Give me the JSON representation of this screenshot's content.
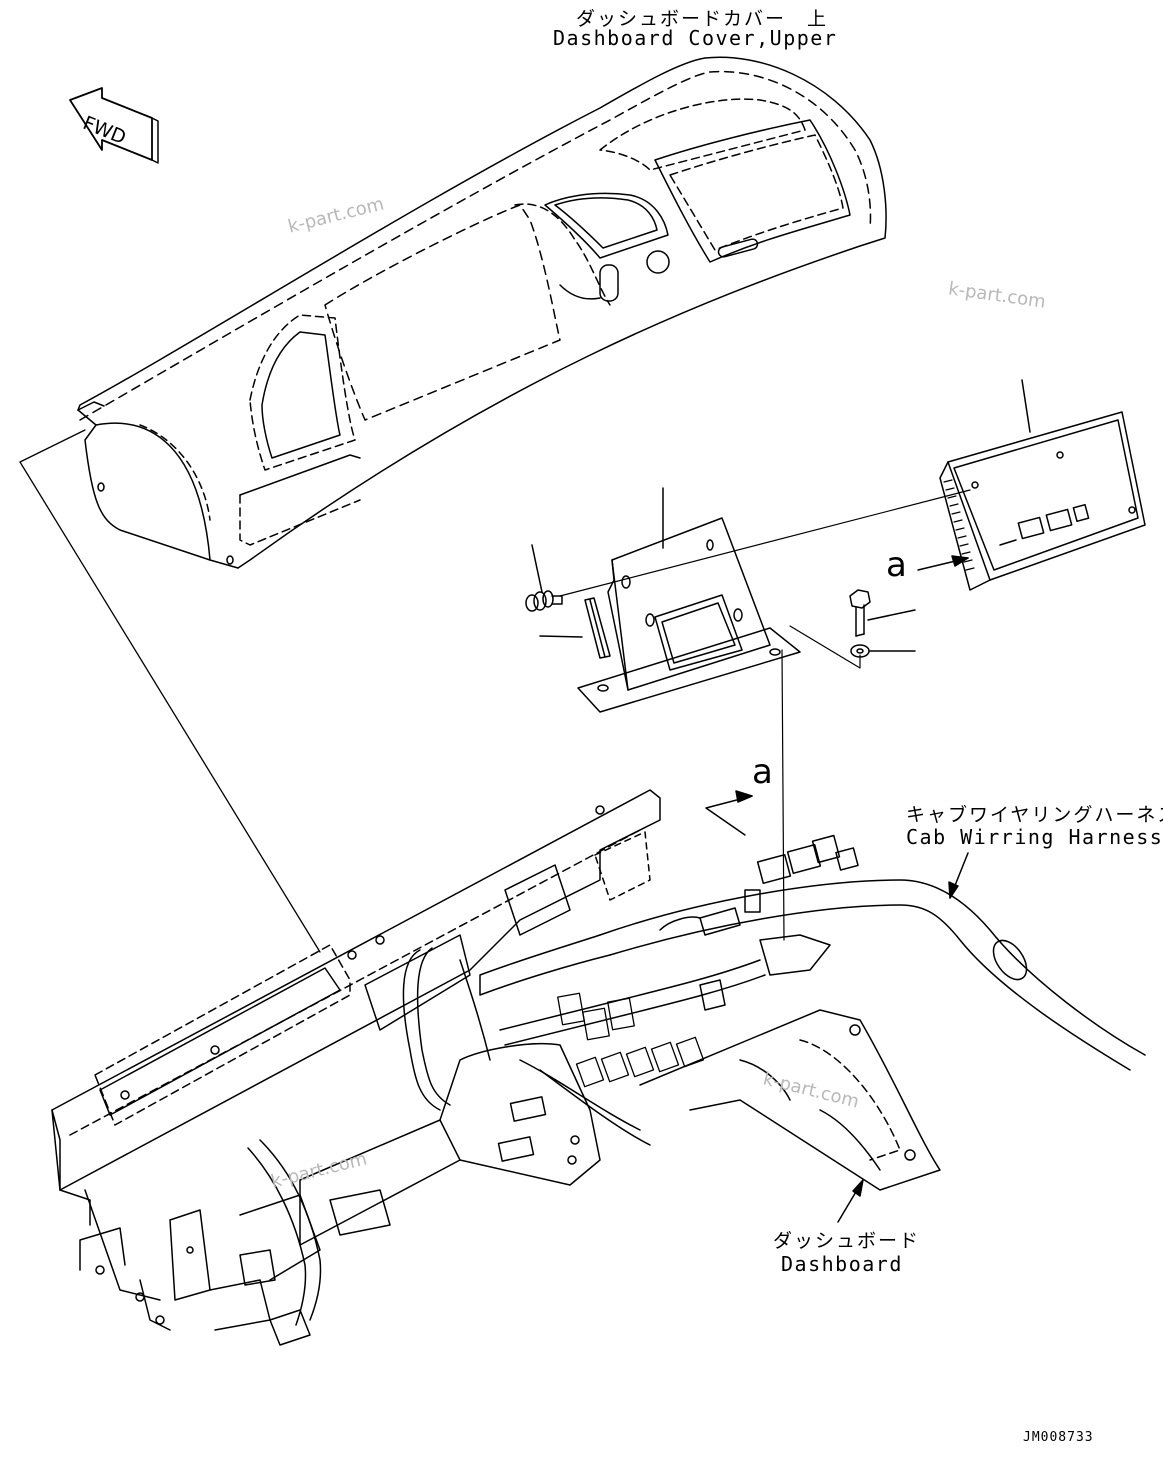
{
  "labels": {
    "cover_jp": "ダッシュボードカバー　上",
    "cover_en": "Dashboard Cover,Upper",
    "harness_jp": "キャブワイヤリングハーネス",
    "harness_en": "Cab Wirring Harness",
    "dash_jp": "ダッシュボード",
    "dash_en": "Dashboard"
  },
  "fwd_arrow": "FWD",
  "callouts": {
    "a1": "a",
    "a2": "a"
  },
  "watermarks": [
    "k-part.com",
    "k-part.com",
    "k-part.com",
    "k-part.com"
  ],
  "doc_id": "JM008733"
}
